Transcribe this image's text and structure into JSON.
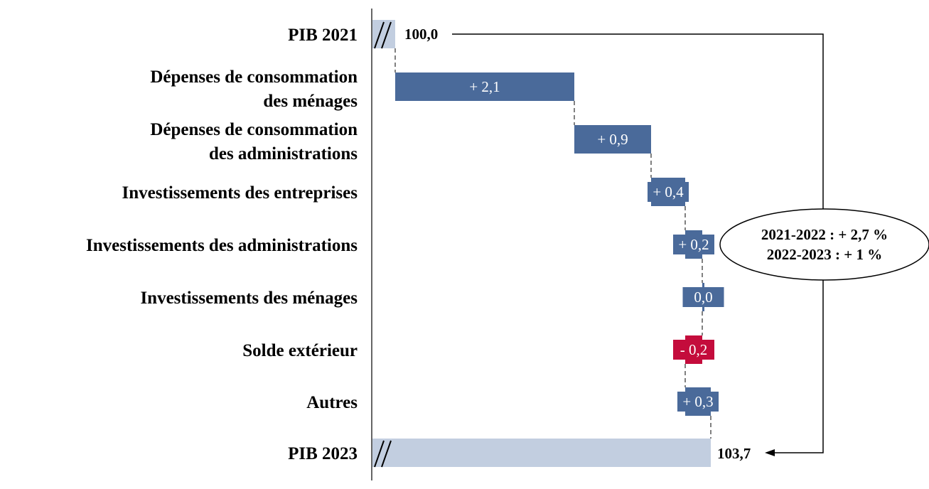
{
  "chart_data": {
    "type": "waterfall",
    "title": "",
    "start": {
      "label": "PIB 2021",
      "value": 100.0,
      "value_label": "100,0"
    },
    "end": {
      "label": "PIB 2023",
      "value": 103.7,
      "value_label": "103,7"
    },
    "steps": [
      {
        "label": [
          "Dépenses de consommation",
          "des ménages"
        ],
        "value": 2.1,
        "value_label": "+ 2,1"
      },
      {
        "label": [
          "Dépenses de consommation",
          "des administrations"
        ],
        "value": 0.9,
        "value_label": "+ 0,9"
      },
      {
        "label": [
          "Investissements des entreprises"
        ],
        "value": 0.4,
        "value_label": "+ 0,4"
      },
      {
        "label": [
          "Investissements des administrations"
        ],
        "value": 0.2,
        "value_label": "+ 0,2"
      },
      {
        "label": [
          "Investissements des ménages"
        ],
        "value": 0.0,
        "value_label": "0,0"
      },
      {
        "label": [
          "Solde extérieur"
        ],
        "value": -0.2,
        "value_label": "- 0,2"
      },
      {
        "label": [
          "Autres"
        ],
        "value": 0.3,
        "value_label": "+ 0,3"
      }
    ],
    "annotation": [
      "2021-2022 : + 2,7 %",
      "2022-2023 : + 1 %"
    ],
    "colors": {
      "positive": "#4a6a9a",
      "negative": "#c40c3c",
      "total": "#c2cee0"
    }
  }
}
